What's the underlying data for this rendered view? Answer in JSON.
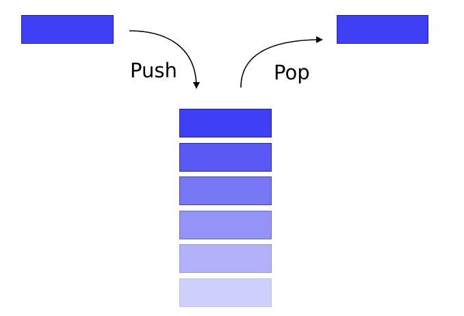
{
  "labels": {
    "push": "Push",
    "pop": "Pop"
  },
  "colors": {
    "incoming_block_fill": "#3f3ff5",
    "incoming_block_border": "#22227a",
    "outgoing_block_fill": "#3f3ff5",
    "outgoing_block_border": "#22227a",
    "arrow": "#000000",
    "stack_fills": [
      "#3f3ff5",
      "#5959f6",
      "#7878f7",
      "#9494f8",
      "#b1b1f9",
      "#ceceff"
    ],
    "stack_borders": [
      "#22227a",
      "#30308a",
      "#4a4a99",
      "#7070a8",
      "#9a9ab8",
      "#c4c4d4"
    ]
  },
  "stack": {
    "item_count": 6
  }
}
